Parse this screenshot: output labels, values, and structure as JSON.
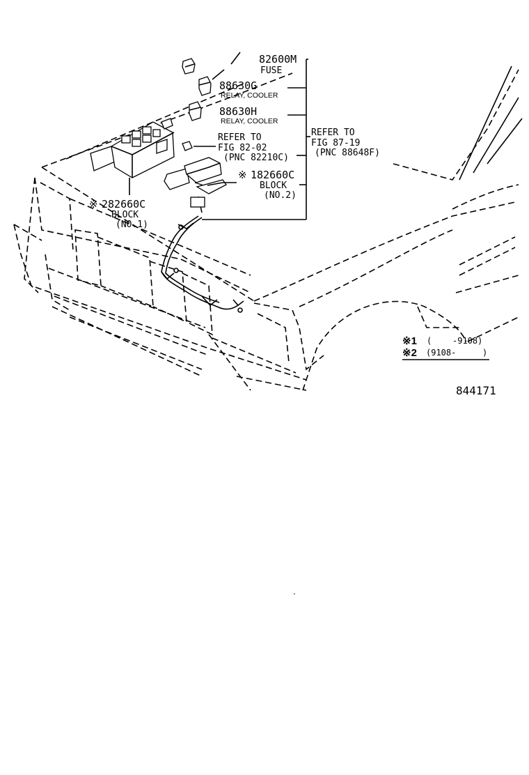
{
  "diagram_id": "844171",
  "parts": [
    {
      "code": "82600M",
      "name": "FUSE"
    },
    {
      "code": "88630G",
      "name": "RELAY, COOLER"
    },
    {
      "code": "88630H",
      "name": "RELAY, COOLER"
    },
    {
      "code": "182660C",
      "mark": "※",
      "name": "BLOCK",
      "sub": "(NO.2)"
    },
    {
      "code": "282660C",
      "mark": "※",
      "name": "BLOCK",
      "sub": "(NO.1)"
    }
  ],
  "refs": [
    {
      "line1": "REFER TO",
      "line2": "FIG 82-02",
      "line3": "(PNC 82210C)"
    },
    {
      "line1": "REFER TO",
      "line2": "FIG 87-19",
      "line3": "(PNC 88648F)"
    }
  ],
  "legend": [
    {
      "mark": "※1",
      "open": "(",
      "range": "-9108)"
    },
    {
      "mark": "※2",
      "range": "(9108-",
      "close": ")"
    }
  ]
}
